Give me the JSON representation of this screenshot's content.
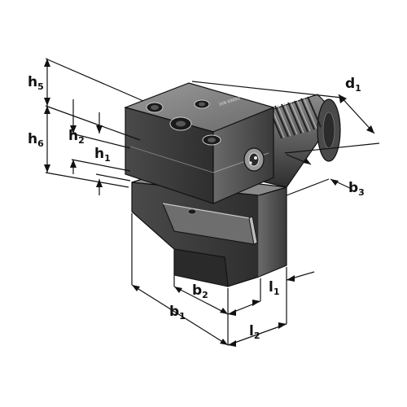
{
  "colors": {
    "background": "#ffffff",
    "line": "#111111",
    "body_dark": "#3a3a3a",
    "body_mid": "#5a5a5a",
    "body_light": "#8a8a8a",
    "highlight": "#cfcfcf"
  },
  "labels": {
    "h5": {
      "main": "h",
      "sub": "5"
    },
    "h6": {
      "main": "h",
      "sub": "6"
    },
    "h2": {
      "main": "h",
      "sub": "2"
    },
    "h1": {
      "main": "h",
      "sub": "1"
    },
    "d1": {
      "main": "d",
      "sub": "1"
    },
    "b3": {
      "main": "b",
      "sub": "3"
    },
    "b2": {
      "main": "b",
      "sub": "2"
    },
    "b1": {
      "main": "b",
      "sub": "1"
    },
    "l1": {
      "main": "l",
      "sub": "1"
    },
    "l2": {
      "main": "l",
      "sub": "2"
    }
  }
}
